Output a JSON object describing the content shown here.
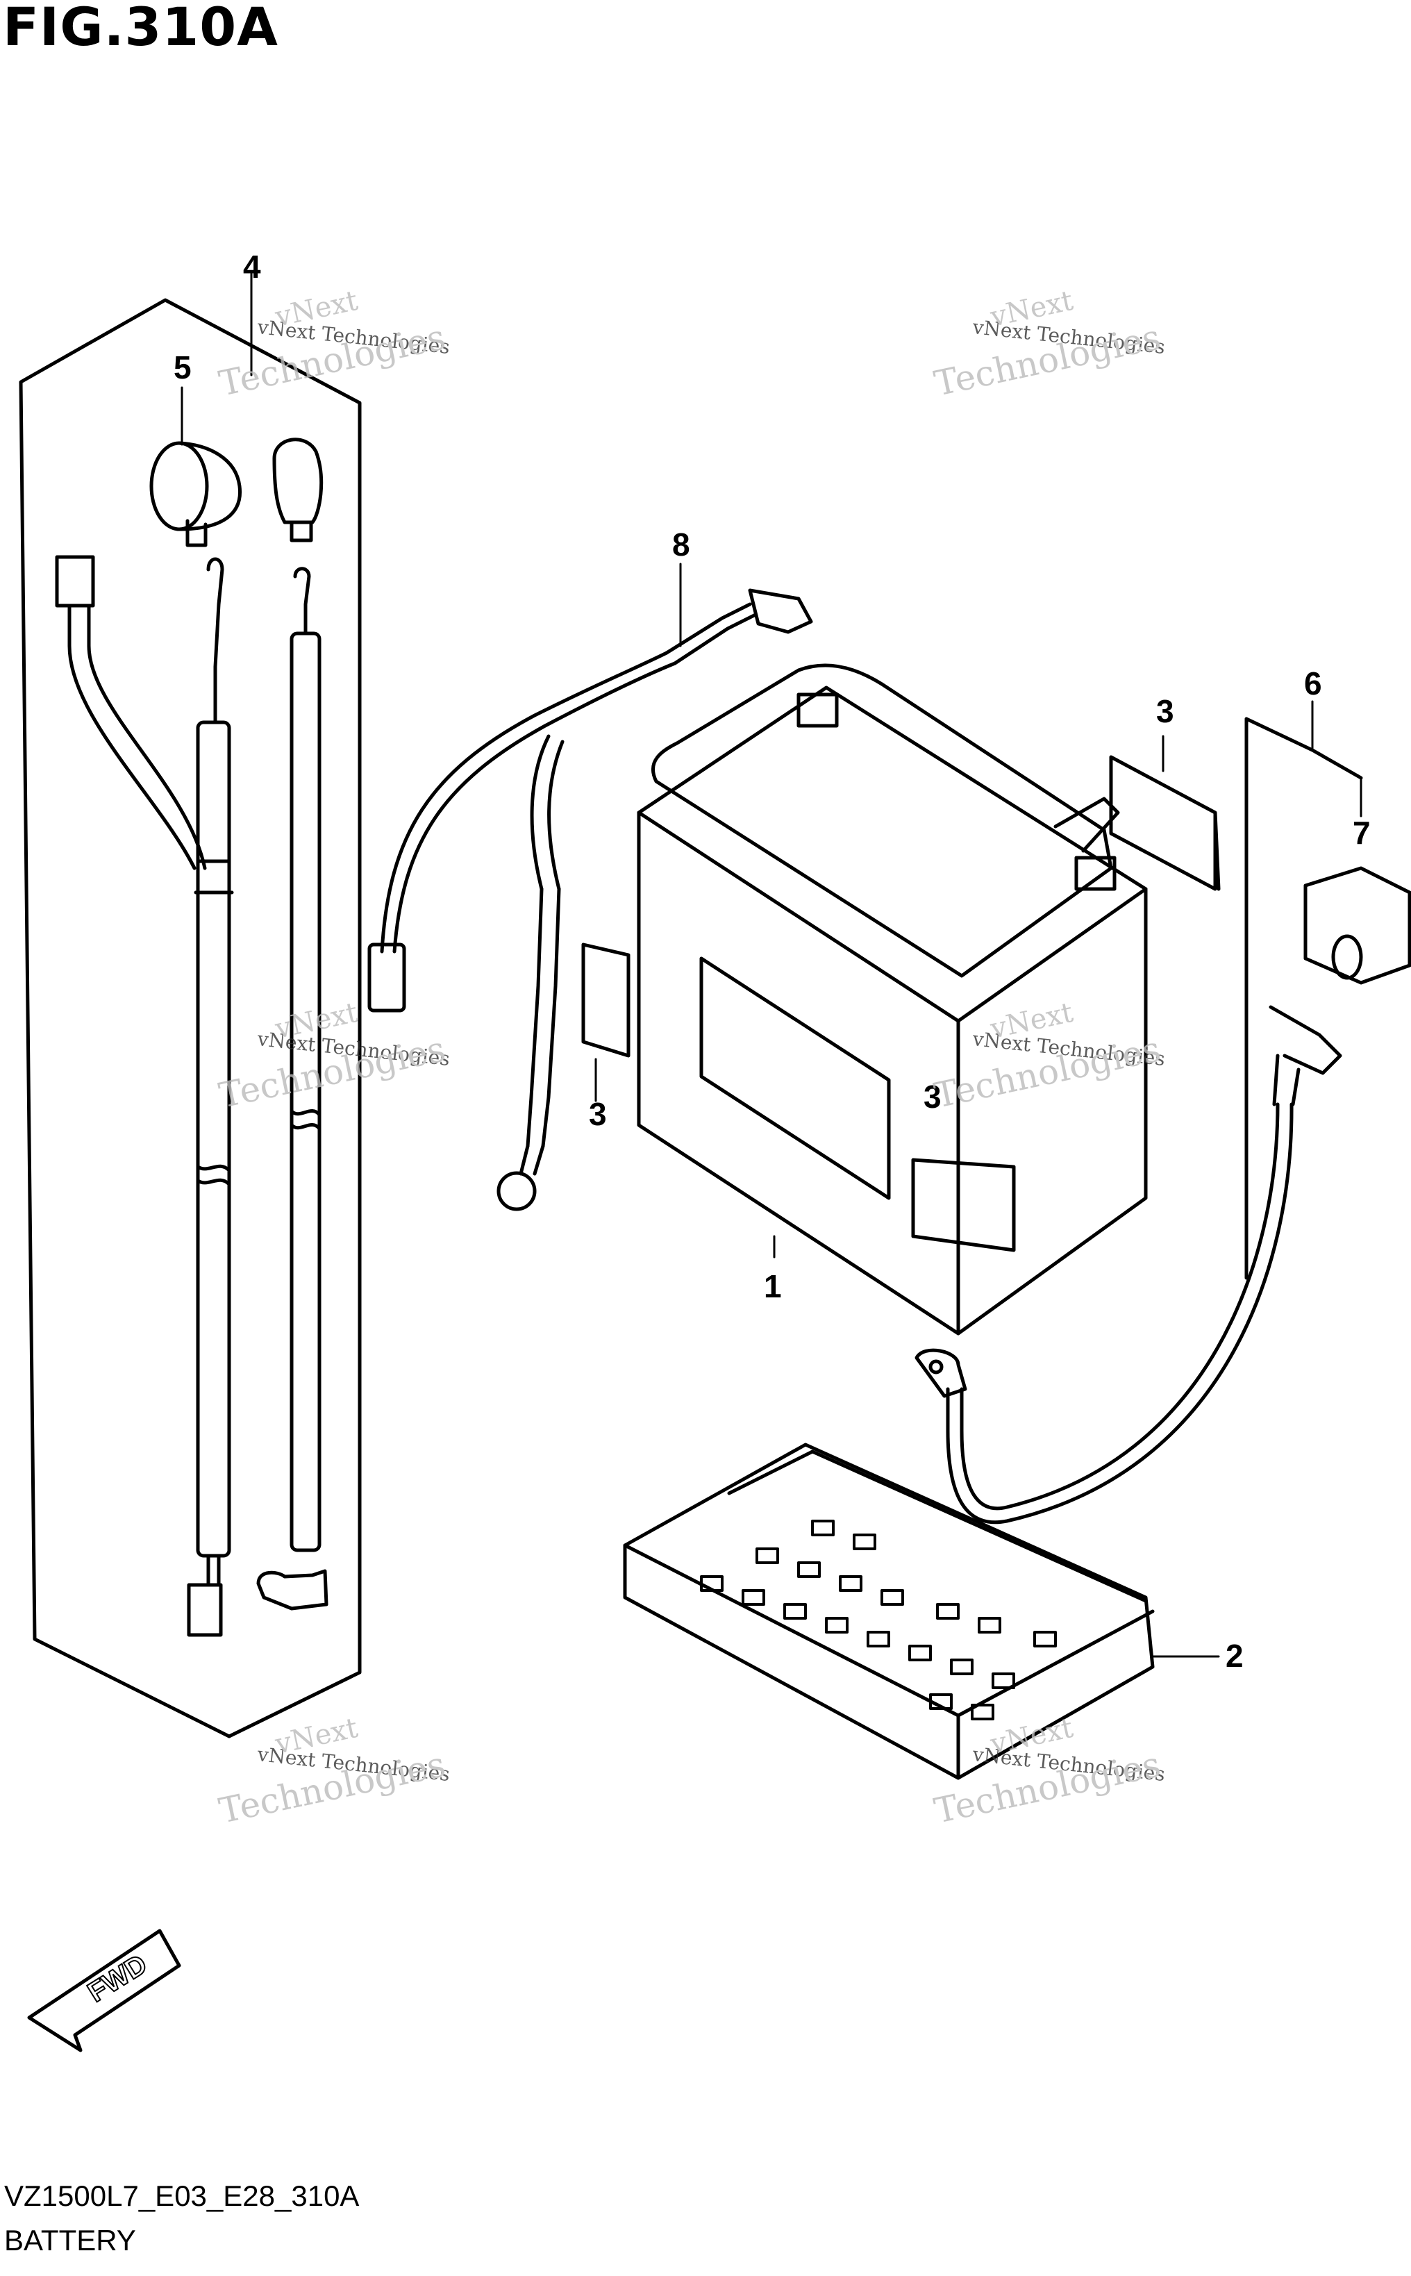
{
  "figure": {
    "title": "FIG.310A"
  },
  "callouts": [
    {
      "id": "c1",
      "label": "1"
    },
    {
      "id": "c2",
      "label": "2"
    },
    {
      "id": "c3a",
      "label": "3"
    },
    {
      "id": "c3b",
      "label": "3"
    },
    {
      "id": "c3c",
      "label": "3"
    },
    {
      "id": "c4",
      "label": "4"
    },
    {
      "id": "c5",
      "label": "5"
    },
    {
      "id": "c6",
      "label": "6"
    },
    {
      "id": "c7",
      "label": "7"
    },
    {
      "id": "c8",
      "label": "8"
    }
  ],
  "watermark": {
    "line1": "vNext Technologies",
    "line2": "vNext",
    "line3": "Technologies"
  },
  "fwd_label": "FWD",
  "footer": {
    "code": "VZ1500L7_E03_E28_310A",
    "name": "BATTERY"
  }
}
